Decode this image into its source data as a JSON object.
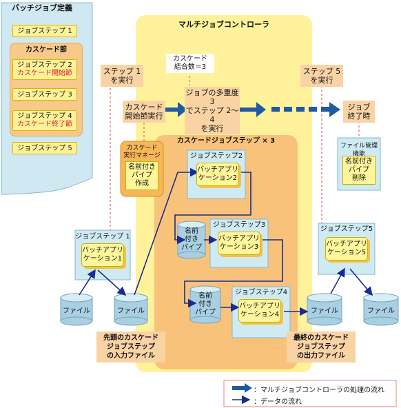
{
  "batch_def": {
    "title": "バッチジョブ定義",
    "step1": "ジョブステップ 1",
    "cascade_title": "カスケード節",
    "step2": "ジョブステップ 2",
    "step2_note": "カスケード開始節",
    "step3": "ジョブステップ 3",
    "step4": "ジョブステップ 4",
    "step4_note": "カスケード終了節",
    "step5": "ジョブステップ 5"
  },
  "controller": {
    "title": "マルチジョブコントローラ",
    "cascade_count": "カスケード\n結合数＝3",
    "flow_step1": "ステップ 1\nを実行",
    "flow_cascade_start": "カスケード\n開始節実行",
    "flow_multi": "ジョブの多重度 3\nでステップ 2～4\nを実行",
    "flow_step5": "ステップ 5\nを実行",
    "flow_end": "ジョブ\n終了時",
    "cascade_step_title": "カスケードジョブステップ × 3"
  },
  "cascade_manager": {
    "title": "カスケード\n実行マネージャ",
    "action": "名前付き\nパイプ\n作成"
  },
  "file_manager": {
    "title": "ファイル管理機能",
    "action": "名前付き\nパイプ\n削除"
  },
  "job_steps": {
    "js1": "ジョブステップ 1",
    "js2": "ジョブステップ2",
    "js3": "ジョブステップ3",
    "js4": "ジョブステップ4",
    "js5": "ジョブステップ5"
  },
  "apps": {
    "app1": "バッチアプリ\nケーション1",
    "app2": "バッチアプリ\nケーション2",
    "app3": "バッチアプリ\nケーション3",
    "app4": "バッチアプリ\nケーション4",
    "app5": "バッチアプリ\nケーション5"
  },
  "pipes": {
    "pipe1": "名前\n付き\nパイプ",
    "pipe2": "名前\n付き\nパイプ"
  },
  "files": {
    "file_label": "ファイル"
  },
  "notes": {
    "first_input": "先頭のカスケード\nジョブステップ\nの入力ファイル",
    "last_output": "最終のカスケード\nジョブステップ\nの出力ファイル"
  },
  "legend": {
    "controller_flow": "：マルチジョブコントローラの処理の流れ",
    "data_flow": "：データの流れ"
  },
  "colors": {
    "controller_bg": "#fff29a",
    "cascade_bg": "#f9c27a",
    "flow_arrow": "#1f5aa6",
    "data_arrow": "#1a2b8f",
    "dashed_red": "#e88080",
    "batch_def_bg": "#cfe8f2"
  }
}
